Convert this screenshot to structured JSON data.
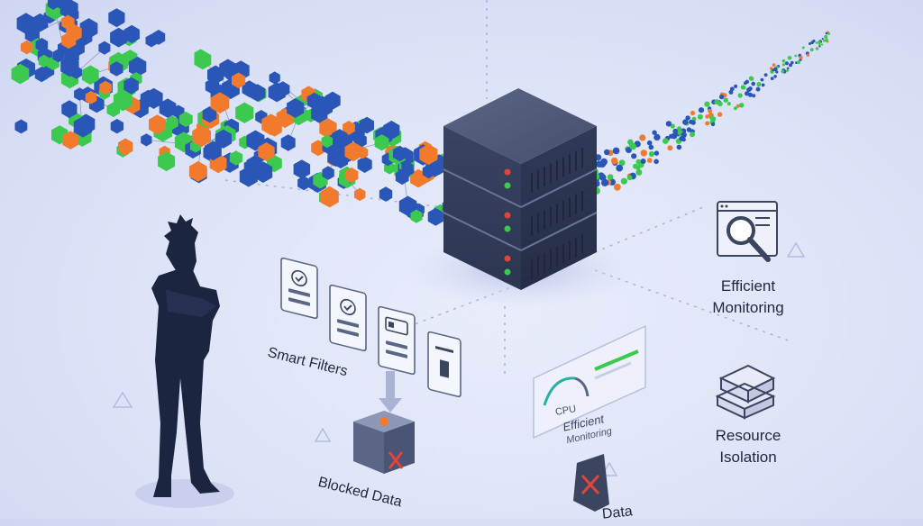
{
  "labels": {
    "smart_filters": "Smart Filters",
    "blocked_data": "Blocked Data",
    "blocked_data_partial": "Data",
    "efficient_monitoring_line1": "Efficient",
    "efficient_monitoring_line2": "Monitoring",
    "resource_isolation_line1": "Resource",
    "resource_isolation_line2": "Isolation",
    "gauge_cpu": "CPU",
    "gauge_caption_1": "Efficient",
    "gauge_caption_2": "Monitoring"
  },
  "colors": {
    "blue": "#2a56b8",
    "green": "#3cc94f",
    "orange": "#f27a2c",
    "server": "#3b4560",
    "person": "#1c2540",
    "red": "#e0443a"
  },
  "icons": [
    "server-rack-icon",
    "magnifier-window-icon",
    "stacked-boxes-icon",
    "checklist-card-icon",
    "blocked-bin-icon",
    "cpu-gauge-icon"
  ]
}
